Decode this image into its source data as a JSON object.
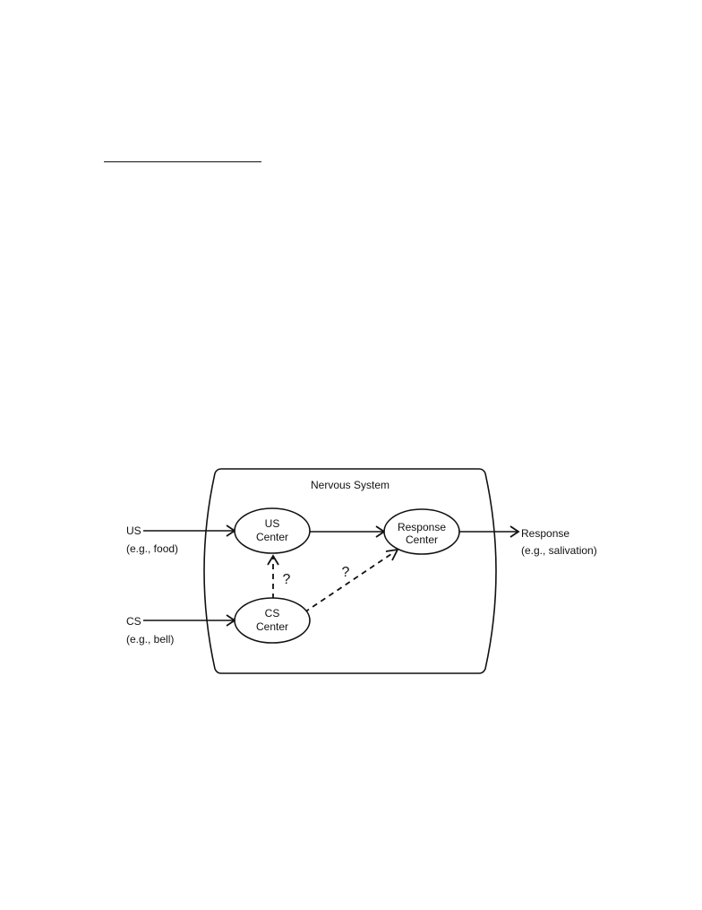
{
  "diagram": {
    "title": "Nervous System",
    "nodes": {
      "us_center": {
        "line1": "US",
        "line2": "Center"
      },
      "response_center": {
        "line1": "Response",
        "line2": "Center"
      },
      "cs_center": {
        "line1": "CS",
        "line2": "Center"
      }
    },
    "inputs": {
      "us": {
        "label": "US",
        "example": "(e.g., food)"
      },
      "cs": {
        "label": "CS",
        "example": "(e.g., bell)"
      }
    },
    "output": {
      "label": "Response",
      "example": "(e.g., salivation)"
    },
    "unknown_links": [
      "?",
      "?"
    ]
  }
}
